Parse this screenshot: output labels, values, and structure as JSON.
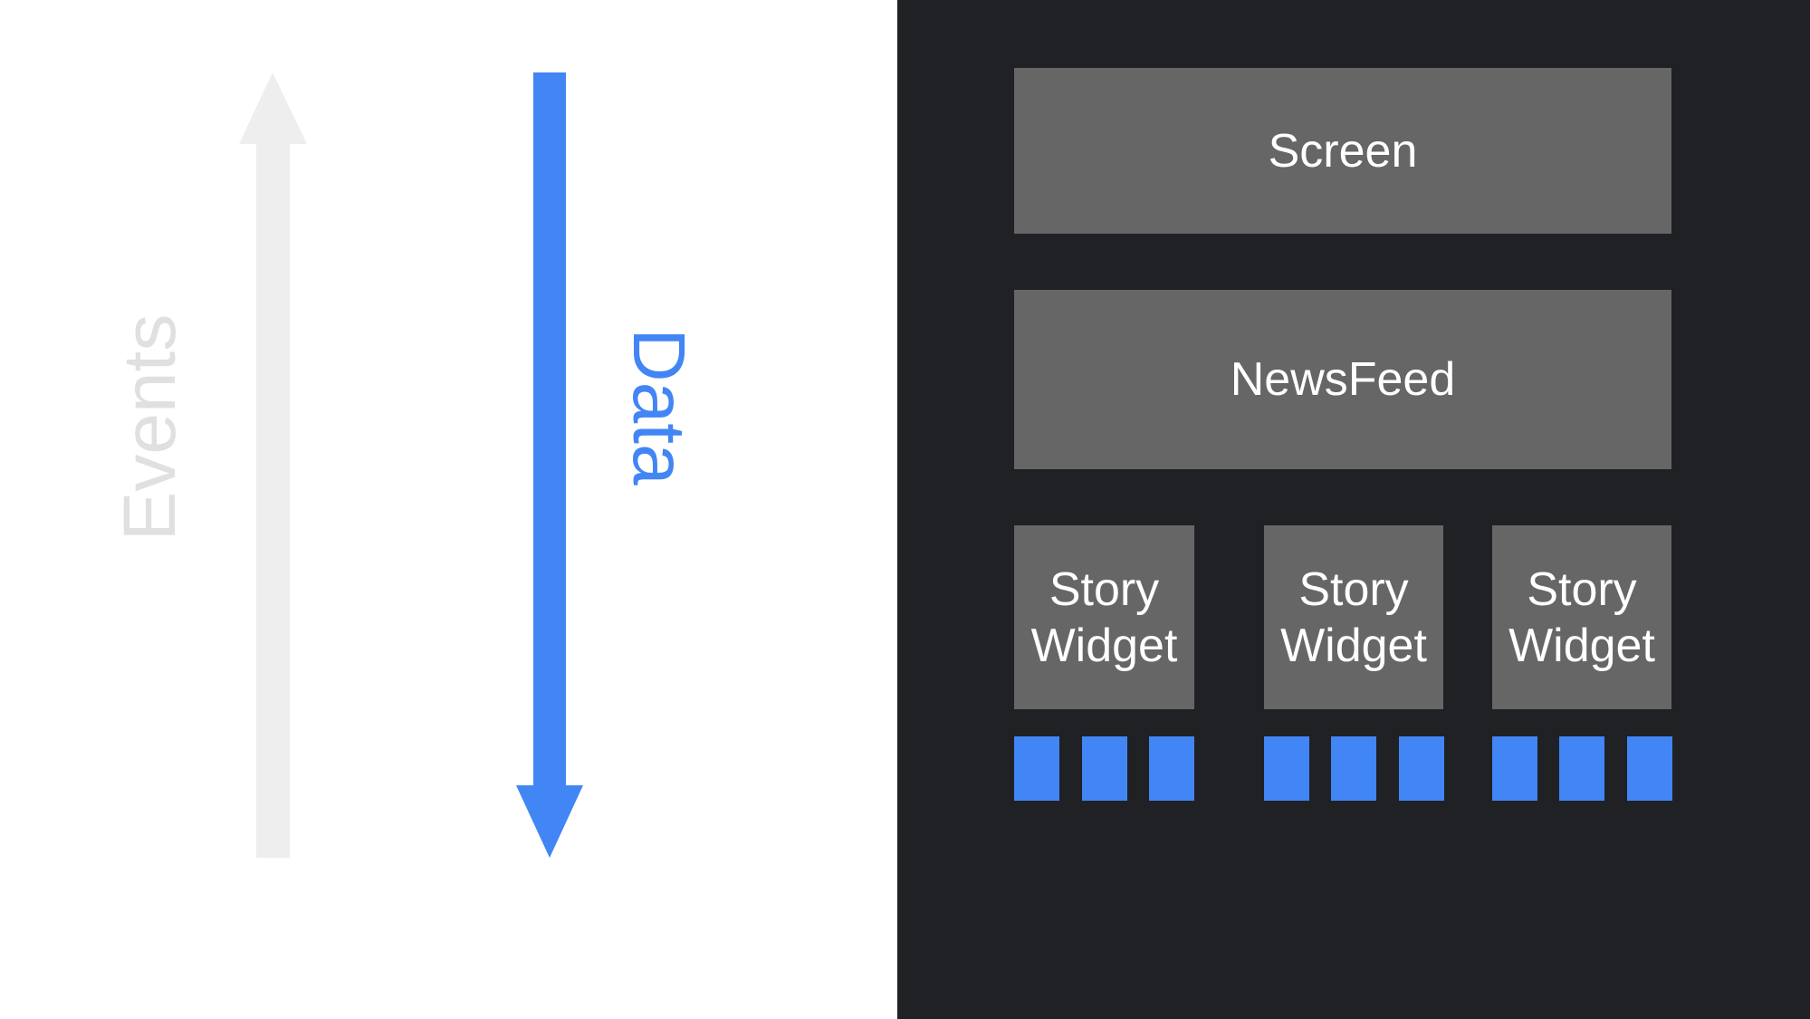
{
  "labels": {
    "events": "Events",
    "data": "Data"
  },
  "boxes": {
    "screen": "Screen",
    "newsfeed": "NewsFeed",
    "story_widgets": [
      {
        "line1": "Story",
        "line2": "Widget"
      },
      {
        "line1": "Story",
        "line2": "Widget"
      },
      {
        "line1": "Story",
        "line2": "Widget"
      }
    ]
  },
  "colors": {
    "accent": "#4285F4",
    "events_arrow": "#EEEEEE",
    "events_text": "#E0E0E0",
    "panel_bg": "#202124",
    "box_bg": "#666666"
  }
}
